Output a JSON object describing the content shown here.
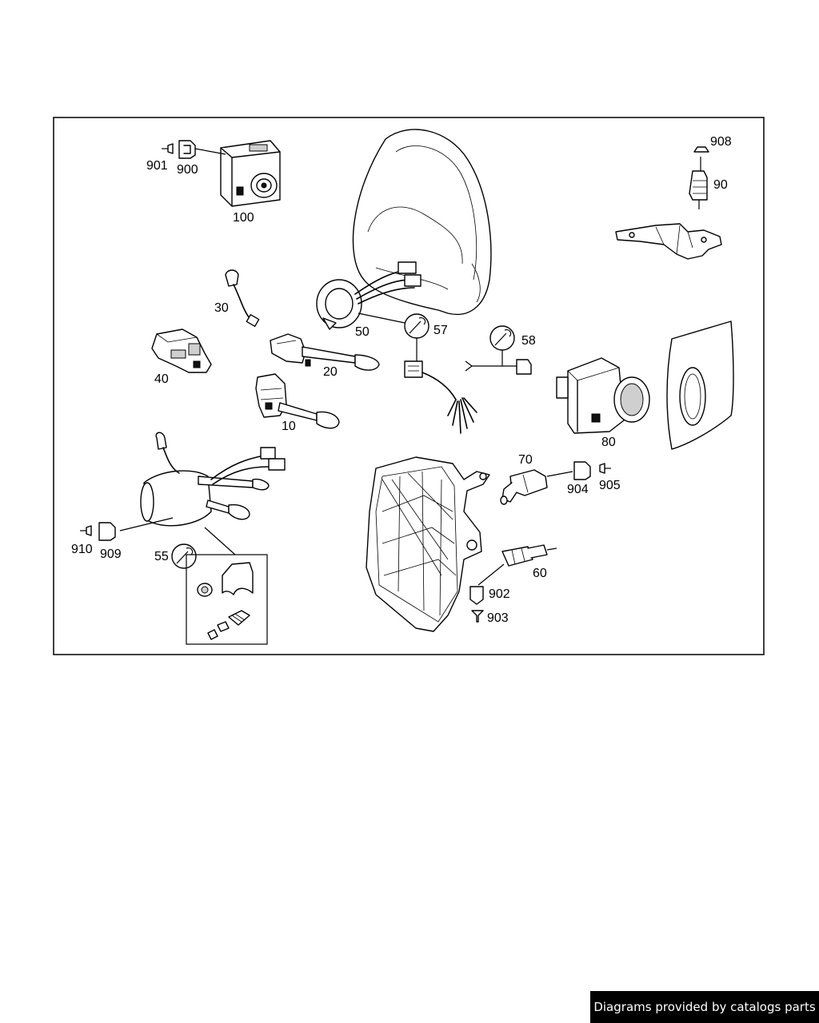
{
  "labels": {
    "p100": "100",
    "p900": "900",
    "p901": "901",
    "p908": "908",
    "p90": "90",
    "p30": "30",
    "p50": "50",
    "p57": "57",
    "p58": "58",
    "p40": "40",
    "p20": "20",
    "p10": "10",
    "p80": "80",
    "p70": "70",
    "p904": "904",
    "p905": "905",
    "p910": "910",
    "p909": "909",
    "p55": "55",
    "p60": "60",
    "p902": "902",
    "p903": "903"
  },
  "footer": {
    "text": "Diagrams provided by catalogs parts"
  }
}
